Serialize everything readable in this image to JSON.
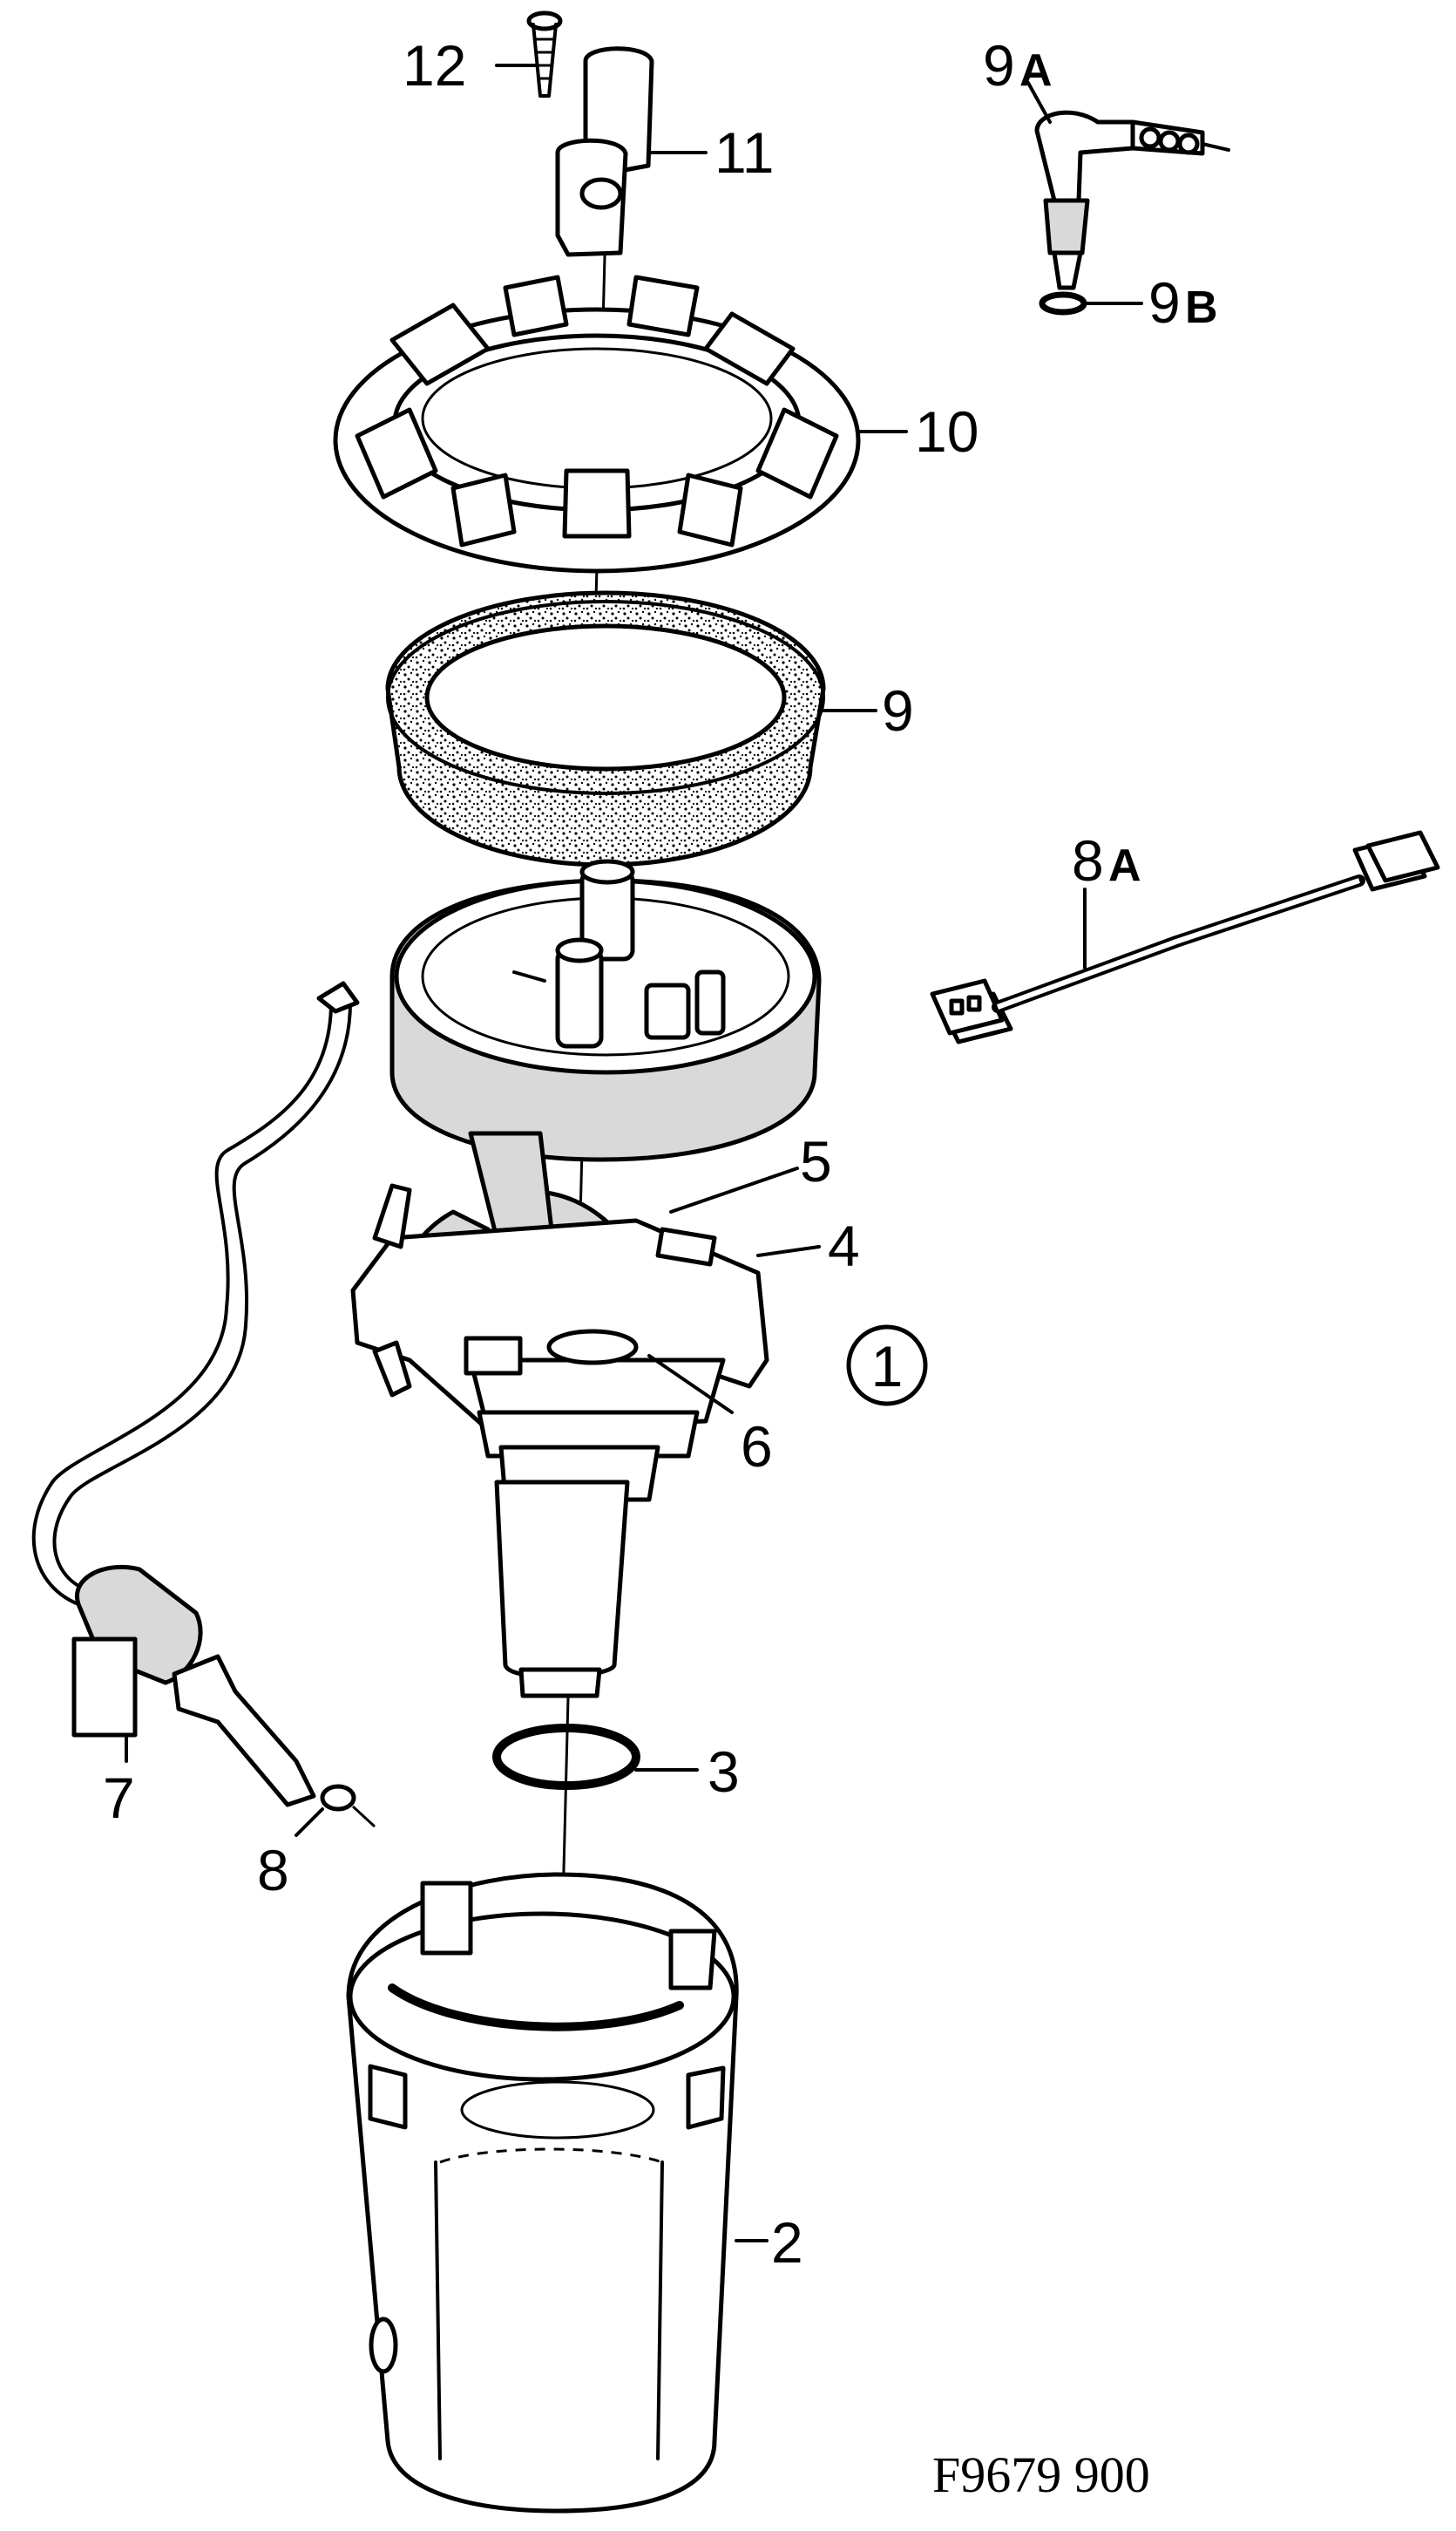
{
  "figure_ref": "F9679 900",
  "callouts": {
    "c1": "1",
    "c2": "2",
    "c3": "3",
    "c4": "4",
    "c5": "5",
    "c6": "6",
    "c7": "7",
    "c8": "8",
    "c8a_num": "8",
    "c8a_letter": "A",
    "c9": "9",
    "c9a_num": "9",
    "c9a_letter": "A",
    "c9b_num": "9",
    "c9b_letter": "B",
    "c10": "10",
    "c11": "11",
    "c12": "12"
  }
}
